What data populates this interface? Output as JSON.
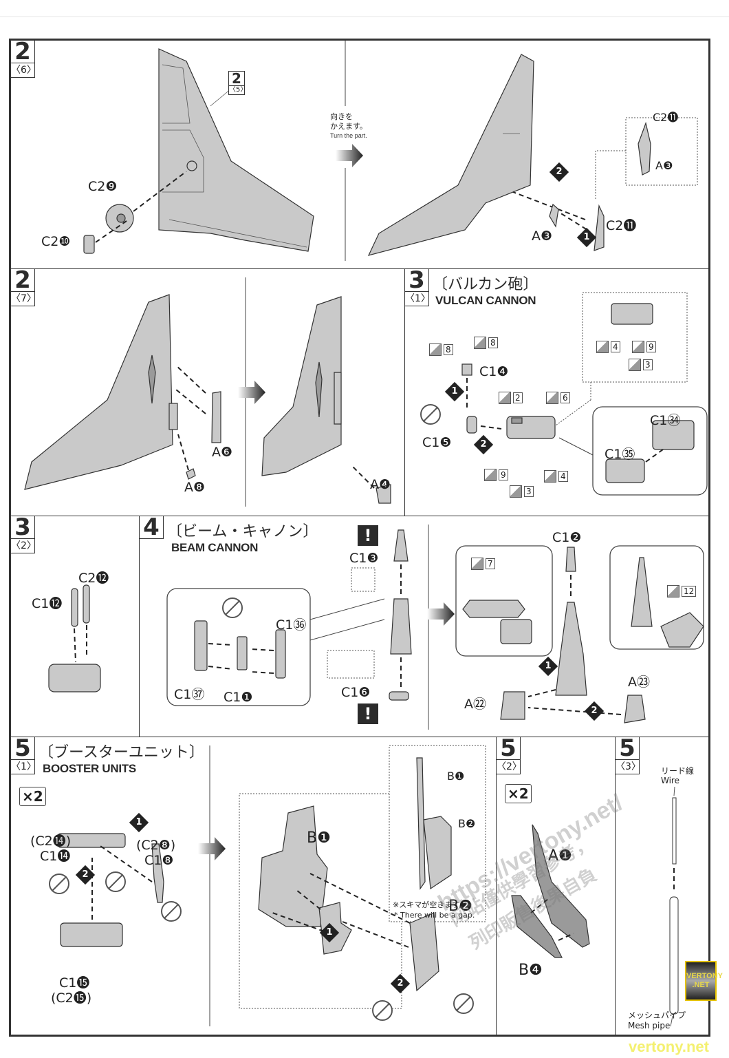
{
  "document": {
    "type": "model kit assembly instructions page"
  },
  "steps": {
    "s2_6": {
      "step": "2",
      "sub": "〈6〉",
      "ref_step": "2",
      "ref_sub": "〈5〉",
      "parts": {
        "disc": "C2❾",
        "peg": "C2❿"
      },
      "turn_jp_1": "向きを",
      "turn_jp_2": "かえます。",
      "turn_en": "Turn the part.",
      "right": {
        "detail_part_1": "C2⓫",
        "detail_part_2": "A❸",
        "order_1": "1",
        "order_2": "2",
        "part_a": "A❸",
        "part_c": "C2⓫"
      }
    },
    "s2_7": {
      "step": "2",
      "sub": "〈7〉",
      "parts": {
        "a6": "A❻",
        "a8": "A❽",
        "a4": "A❹"
      }
    },
    "s3_1": {
      "step": "3",
      "sub": "〈1〉",
      "title_jp": "〔バルカン砲〕",
      "title_en": "VULCAN CANNON",
      "parts": {
        "c14": "C1❹",
        "c15": "C1❺",
        "c134": "C1㉞",
        "c135": "C1㉟"
      },
      "order_1": "1",
      "order_2": "2",
      "stickers": [
        "8",
        "8",
        "2",
        "6",
        "9",
        "3",
        "4",
        "4",
        "3",
        "9"
      ]
    },
    "s3_2": {
      "step": "3",
      "sub": "〈2〉",
      "parts": {
        "c112": "C1⓬",
        "c212": "C2⓬"
      }
    },
    "s4": {
      "step": "4",
      "title_jp": "〔ビーム・キャノン〕",
      "title_en": "BEAM CANNON",
      "warning": "!",
      "parts": {
        "c13": "C1❸",
        "c16": "C1❻",
        "c136": "C1㊱",
        "c137": "C1㊲",
        "c11": "C1❶",
        "c12": "C1❷",
        "a22": "A㉒",
        "a23": "A㉓"
      },
      "order_1": "1",
      "order_2": "2",
      "stickers": [
        "7",
        "12"
      ]
    },
    "s5_1": {
      "step": "5",
      "sub": "〈1〉",
      "title_jp": "〔ブースターユニット〕",
      "title_en": "BOOSTER UNITS",
      "qty": "×2",
      "parts": {
        "c214": "(C2⓮)",
        "c114": "C1⓮",
        "c28": "(C2❽)",
        "c18": "C1❽",
        "c115": "C1⓯",
        "c215": "(C2⓯)",
        "b1": "B❶",
        "b2": "B❷",
        "detail_b1": "B❶",
        "detail_b2": "B❷"
      },
      "order_1": "1",
      "order_2": "2",
      "gap_jp": "※スキマが空きます。",
      "gap_en": "* There will be a gap."
    },
    "s5_2": {
      "step": "5",
      "sub": "〈2〉",
      "qty": "×2",
      "parts": {
        "a1": "A❶",
        "b4": "B❹"
      }
    },
    "s5_3": {
      "step": "5",
      "sub": "〈3〉",
      "wire_jp": "リード線",
      "wire_en": "Wire",
      "mesh_jp": "メッシュパイプ",
      "mesh_en": "Mesh pipe"
    }
  },
  "watermarks": {
    "url": "https://vertony.net/",
    "cn_1": "网站僅供學習參考，",
    "cn_2": "列印販售後果自負",
    "badge_1": "VERTONY",
    "badge_2": ".NET",
    "footer": "vertony.net"
  }
}
